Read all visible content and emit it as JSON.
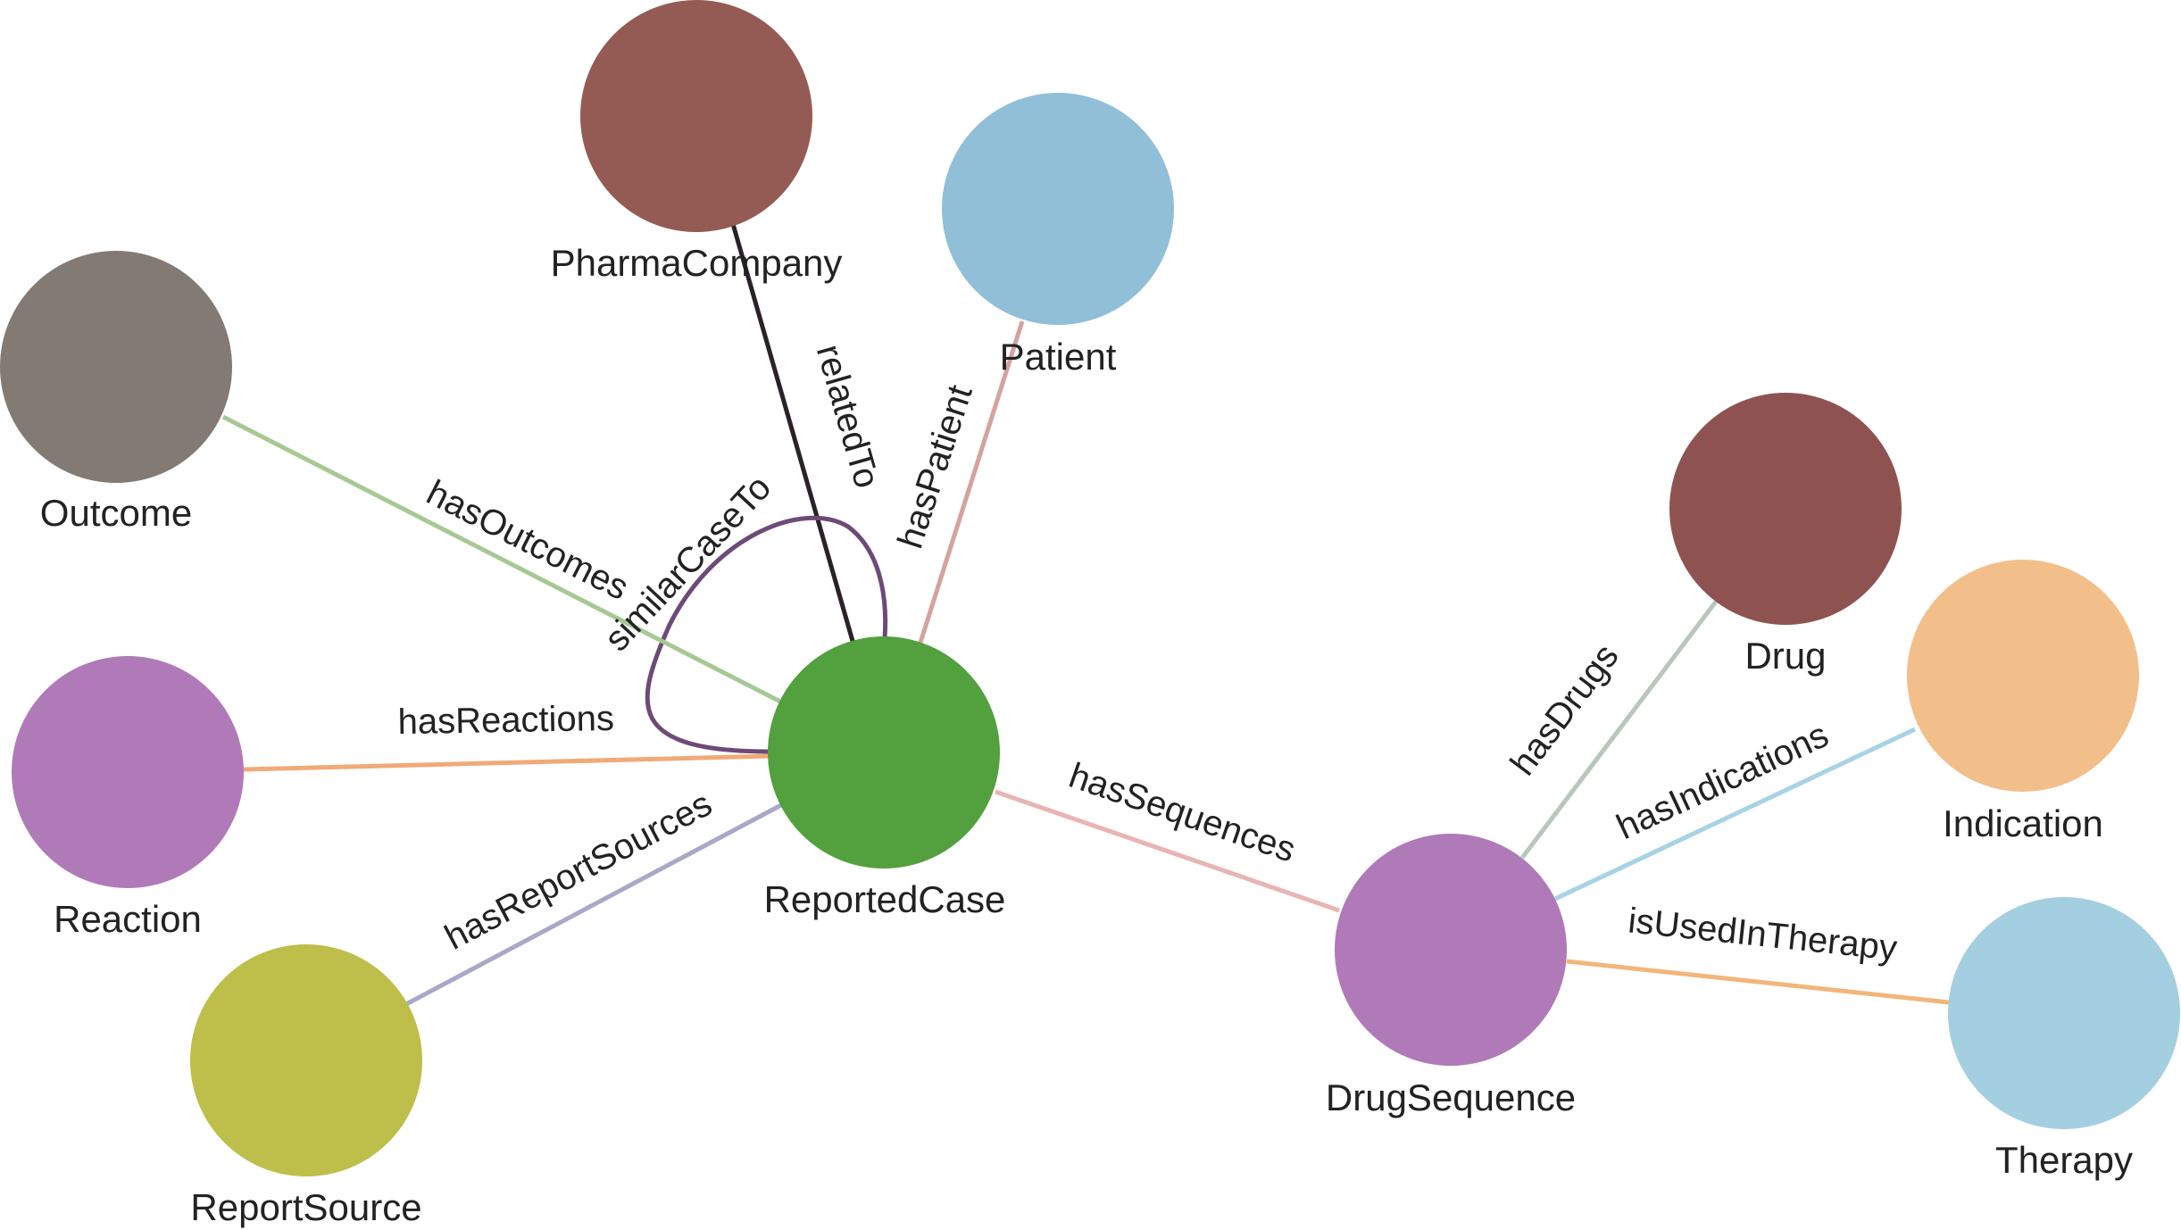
{
  "nodes": {
    "reported_case": {
      "label": "ReportedCase",
      "color": "#52a03e"
    },
    "pharma_company": {
      "label": "PharmaCompany",
      "color": "#945b55"
    },
    "patient": {
      "label": "Patient",
      "color": "#90bfd7"
    },
    "outcome": {
      "label": "Outcome",
      "color": "#827a73"
    },
    "reaction": {
      "label": "Reaction",
      "color": "#b07ab9"
    },
    "report_source": {
      "label": "ReportSource",
      "color": "#bebe4a"
    },
    "drug_sequence": {
      "label": "DrugSequence",
      "color": "#b07ab9"
    },
    "drug": {
      "label": "Drug",
      "color": "#8e5350"
    },
    "indication": {
      "label": "Indication",
      "color": "#f2bf8b"
    },
    "therapy": {
      "label": "Therapy",
      "color": "#a3cfe0"
    }
  },
  "edges": {
    "related_to": {
      "label": "relatedTo",
      "color": "#2a2228"
    },
    "has_patient": {
      "label": "hasPatient",
      "color": "#d4a3a0"
    },
    "similar_case_to": {
      "label": "similarCaseTo",
      "color": "#6d4a78"
    },
    "has_outcomes": {
      "label": "hasOutcomes",
      "color": "#a6c994"
    },
    "has_reactions": {
      "label": "hasReactions",
      "color": "#f0aa78"
    },
    "has_report_sources": {
      "label": "hasReportSources",
      "color": "#a8a9c9"
    },
    "has_sequences": {
      "label": "hasSequences",
      "color": "#e8b4b4"
    },
    "has_drugs": {
      "label": "hasDrugs",
      "color": "#b7c7bc"
    },
    "has_indications": {
      "label": "hasIndications",
      "color": "#a8d2e6"
    },
    "is_used_in_therapy": {
      "label": "isUsedInTherapy",
      "color": "#f2b67a"
    }
  }
}
